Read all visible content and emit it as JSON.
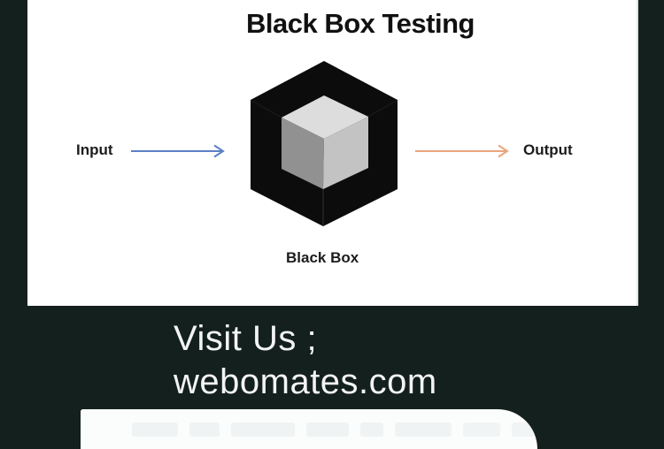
{
  "card": {
    "title": "Black Box Testing",
    "input_label": "Input",
    "output_label": "Output",
    "caption": "Black Box"
  },
  "footer": {
    "visit_line1": "Visit Us ;",
    "visit_line2": "webomates.com"
  },
  "icons": {
    "cube": "black-box-cube-icon",
    "input_arrow": "right-arrow-icon",
    "output_arrow": "right-arrow-icon"
  },
  "colors": {
    "background": "#13201e",
    "card_bg": "#ffffff",
    "title_text": "#111111",
    "label_text": "#1c1c1c",
    "input_arrow": "#5b80c6",
    "output_arrow": "#eaa57d",
    "footer_text": "#f2f4f3",
    "cube_black": "#0c0c0c",
    "cube_edge": "#2e2e2e",
    "cube_top": "#dddddd",
    "cube_left": "#919191",
    "cube_right": "#c3c3c3",
    "sheet_bg": "#fbfcfc"
  }
}
